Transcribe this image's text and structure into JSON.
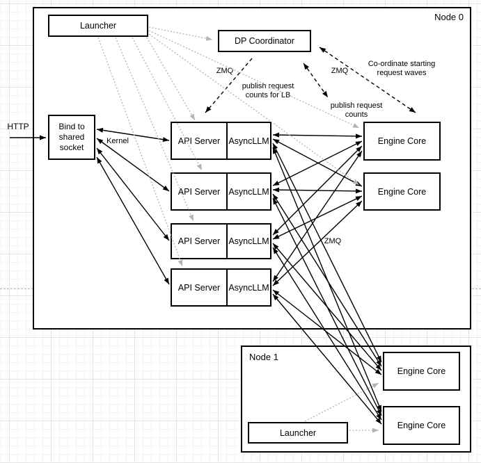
{
  "node0": {
    "label": "Node 0",
    "launcher": "Launcher",
    "dp_coordinator": "DP Coordinator",
    "bind_box": {
      "line1": "Bind to",
      "line2": "shared",
      "line3": "socket"
    },
    "api_rows": [
      {
        "api": "API Server",
        "async": "AsyncLLM"
      },
      {
        "api": "API Server",
        "async": "AsyncLLM"
      },
      {
        "api": "API Server",
        "async": "AsyncLLM"
      },
      {
        "api": "API Server",
        "async": "AsyncLLM"
      }
    ],
    "engine_cores": [
      "Engine Core",
      "Engine Core"
    ]
  },
  "node1": {
    "label": "Node 1",
    "launcher": "Launcher",
    "engine_cores": [
      "Engine Core",
      "Engine Core"
    ]
  },
  "annotations": {
    "http": "HTTP",
    "kernel": "Kernel",
    "zmq_left": "ZMQ",
    "zmq_right": "ZMQ",
    "zmq_mid": "ZMQ",
    "publish_lb": {
      "line1": "publish request",
      "line2": "counts for LB"
    },
    "publish_counts": {
      "line1": "publish request",
      "line2": "counts"
    },
    "coordinate": {
      "line1": "Co-ordinate starting",
      "line2": "request waves"
    }
  },
  "colors": {
    "box_border": "#000000",
    "solid_arrow": "#000000",
    "dashed_arrow": "#000000",
    "dotted_arrow": "#b3b3b3",
    "grid_minor": "#f3f3f3",
    "grid_major": "#e4e4e4",
    "page_boundary": "#b0b0b0"
  }
}
